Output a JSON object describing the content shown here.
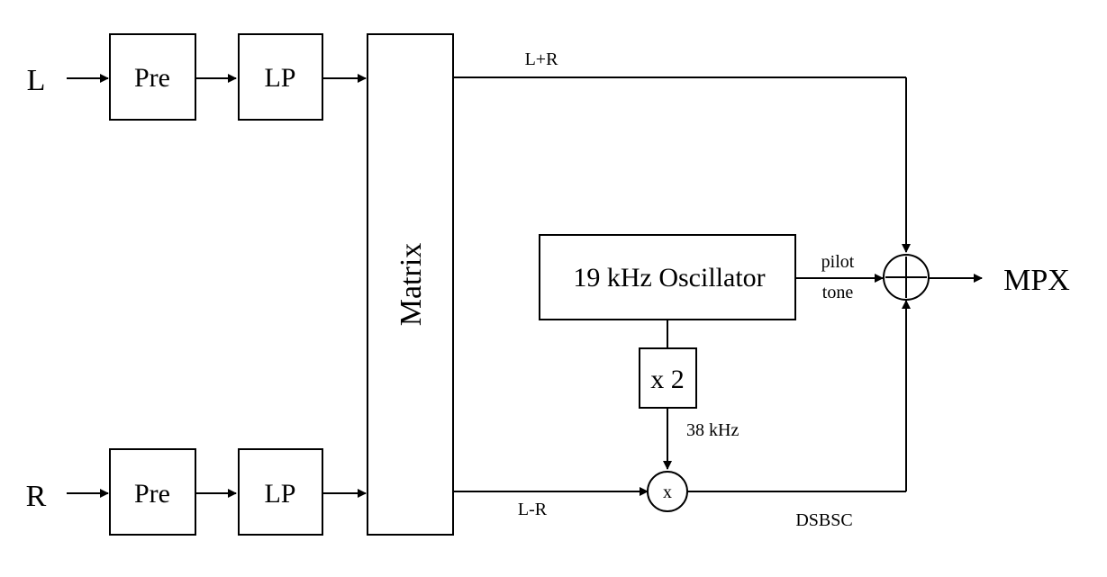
{
  "diagram": {
    "inputs": {
      "left": "L",
      "right": "R"
    },
    "blocks": {
      "pre_top": "Pre",
      "lp_top": "LP",
      "pre_bottom": "Pre",
      "lp_bottom": "LP",
      "matrix": "Matrix",
      "oscillator": "19 kHz Oscillator",
      "doubler": "x 2",
      "mixer": "x"
    },
    "signals": {
      "sum": "L+R",
      "difference": "L-R",
      "pilot_line1": "pilot",
      "pilot_line2": "tone",
      "carrier": "38 kHz",
      "dsbsc": "DSBSC",
      "output": "MPX"
    }
  }
}
